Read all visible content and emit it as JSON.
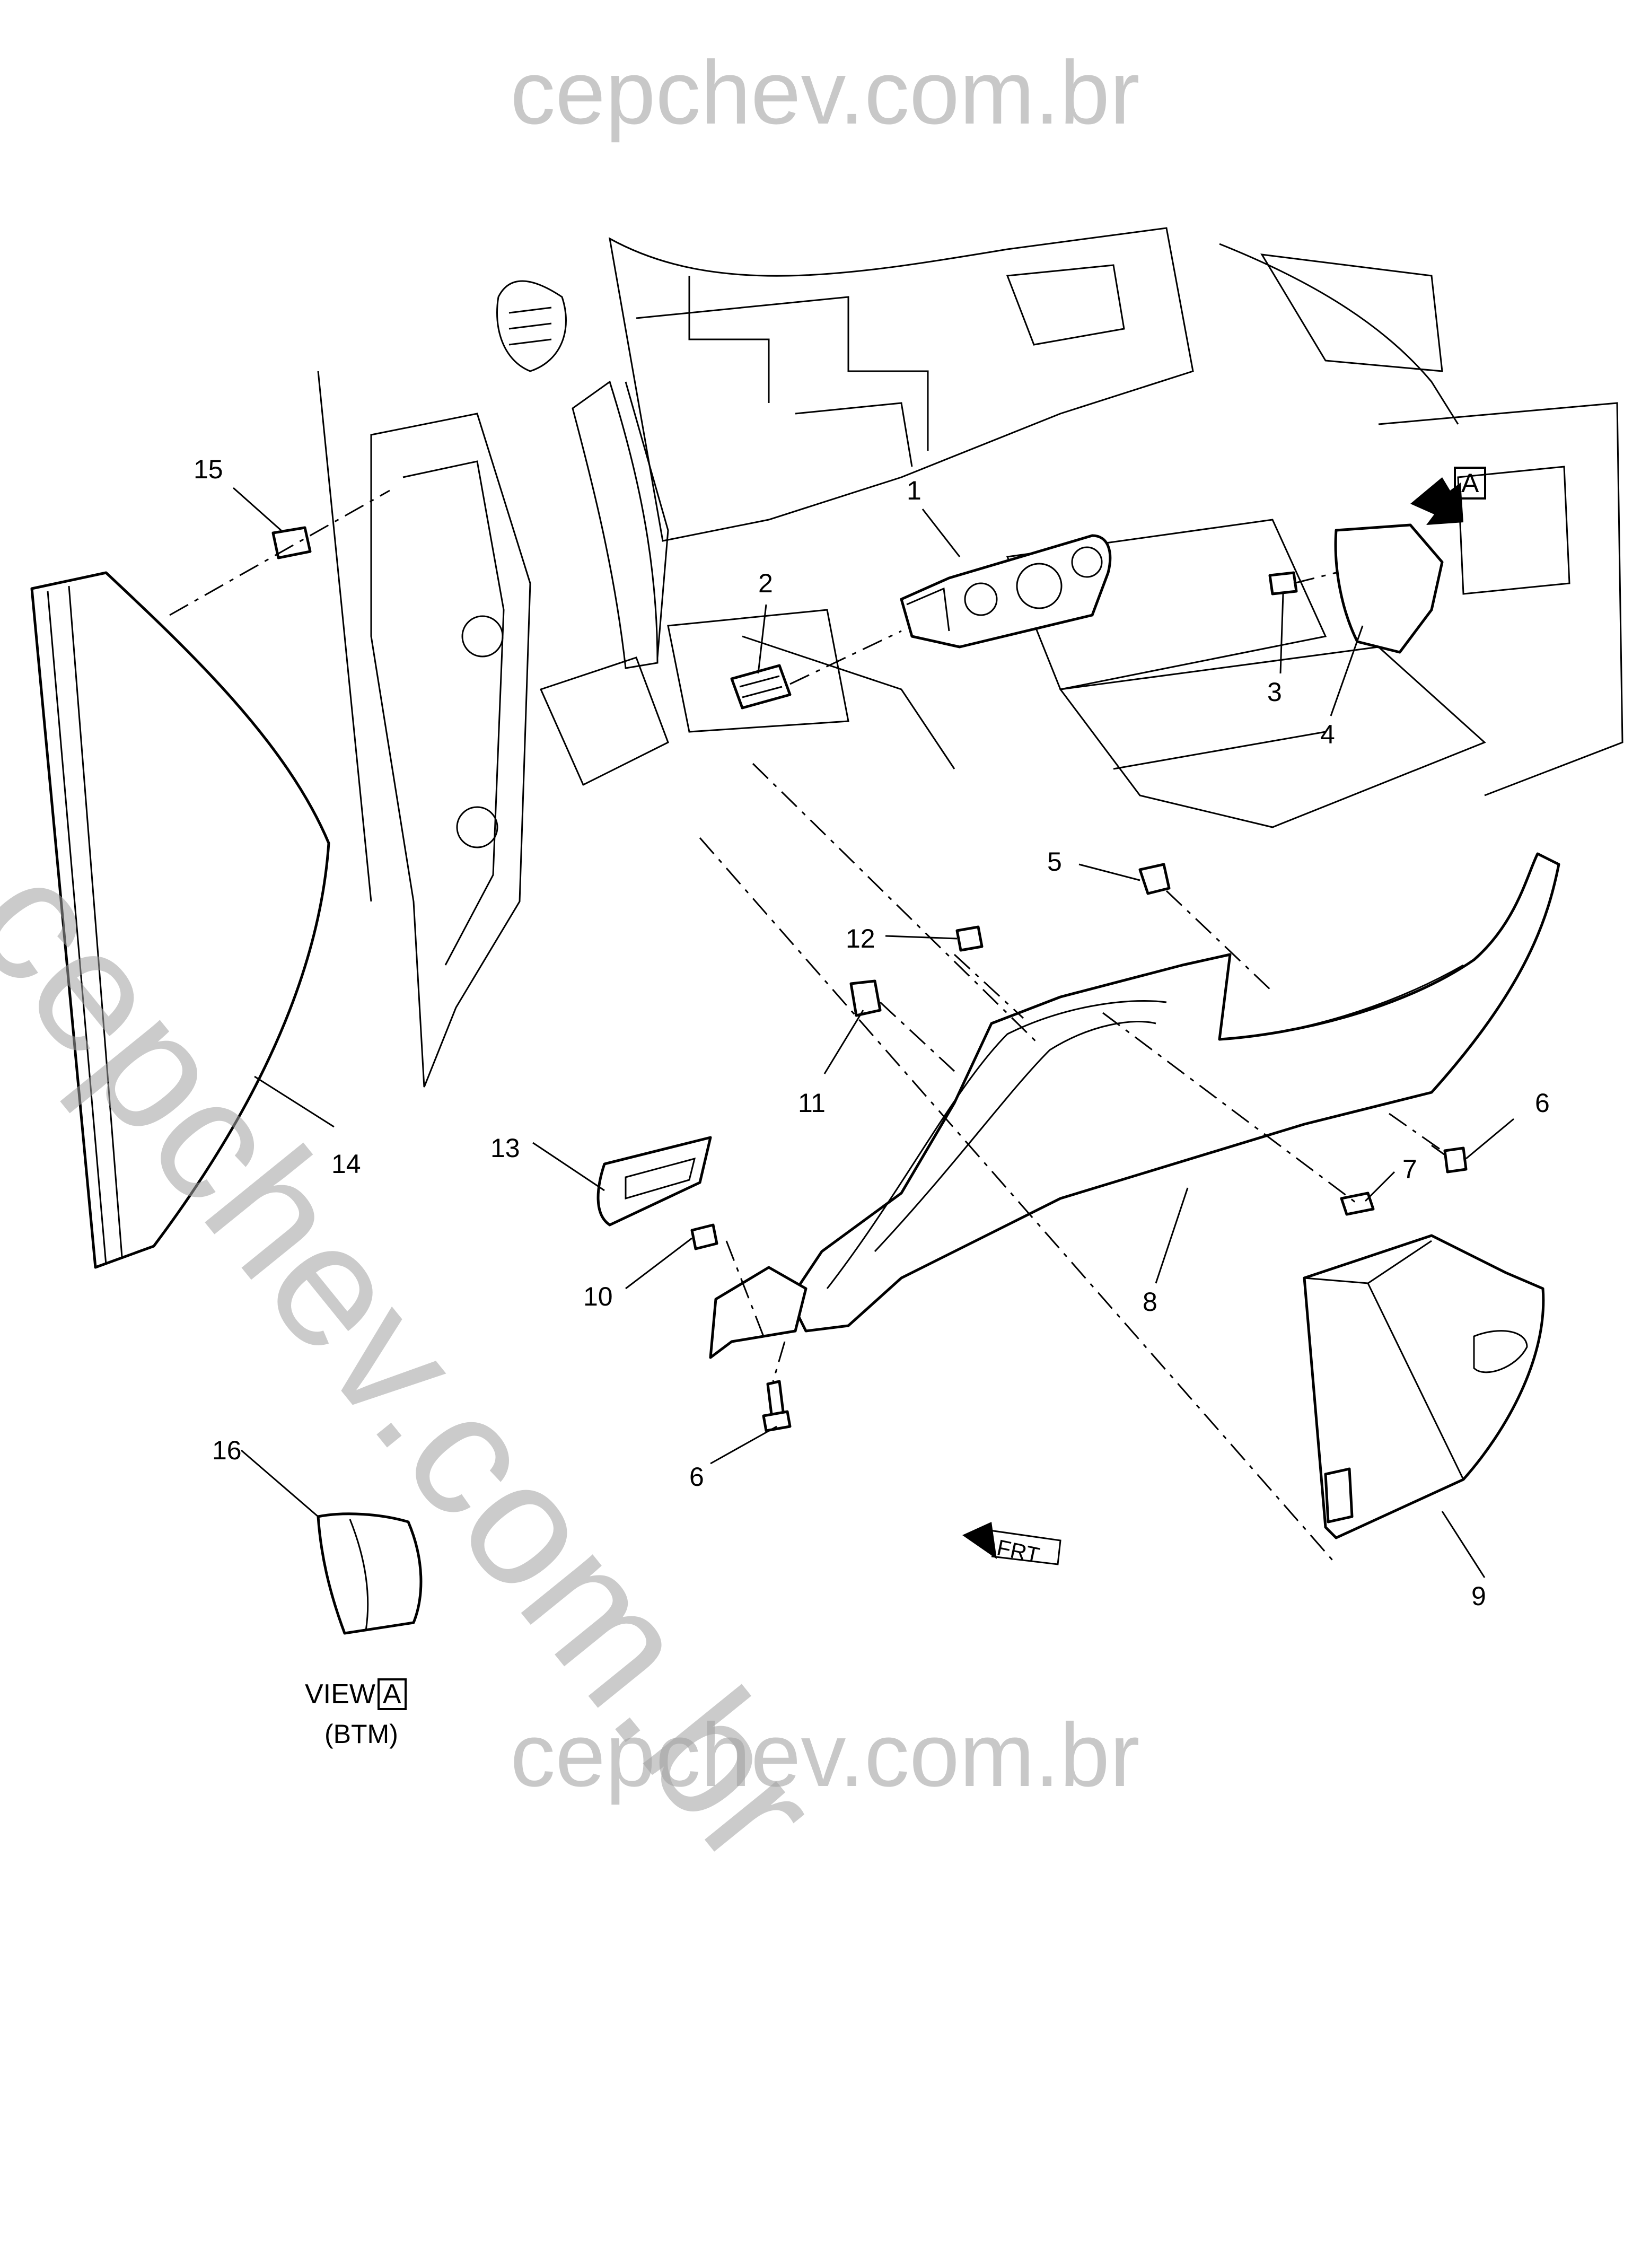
{
  "watermark": {
    "top": "cepchev.com.br",
    "bottom": "cepchev.com.br",
    "diagonal": "cepchev.com.br"
  },
  "callouts": [
    {
      "id": "c1",
      "text": "1"
    },
    {
      "id": "c2",
      "text": "2"
    },
    {
      "id": "c3",
      "text": "3"
    },
    {
      "id": "c4",
      "text": "4"
    },
    {
      "id": "c5",
      "text": "5"
    },
    {
      "id": "c6a",
      "text": "6"
    },
    {
      "id": "c6b",
      "text": "6"
    },
    {
      "id": "c7",
      "text": "7"
    },
    {
      "id": "c8",
      "text": "8"
    },
    {
      "id": "c9",
      "text": "9"
    },
    {
      "id": "c10",
      "text": "10"
    },
    {
      "id": "c11",
      "text": "11"
    },
    {
      "id": "c12",
      "text": "12"
    },
    {
      "id": "c13",
      "text": "13"
    },
    {
      "id": "c14",
      "text": "14"
    },
    {
      "id": "c15",
      "text": "15"
    },
    {
      "id": "c16",
      "text": "16"
    }
  ],
  "view_detail": {
    "label": "VIEW",
    "marker": "A",
    "sub": "(BTM)"
  },
  "view_arrow_marker": "A",
  "front_indicator": "FRT",
  "colors": {
    "line": "#000000",
    "watermark": "#c8c8c8",
    "background": "#ffffff"
  }
}
